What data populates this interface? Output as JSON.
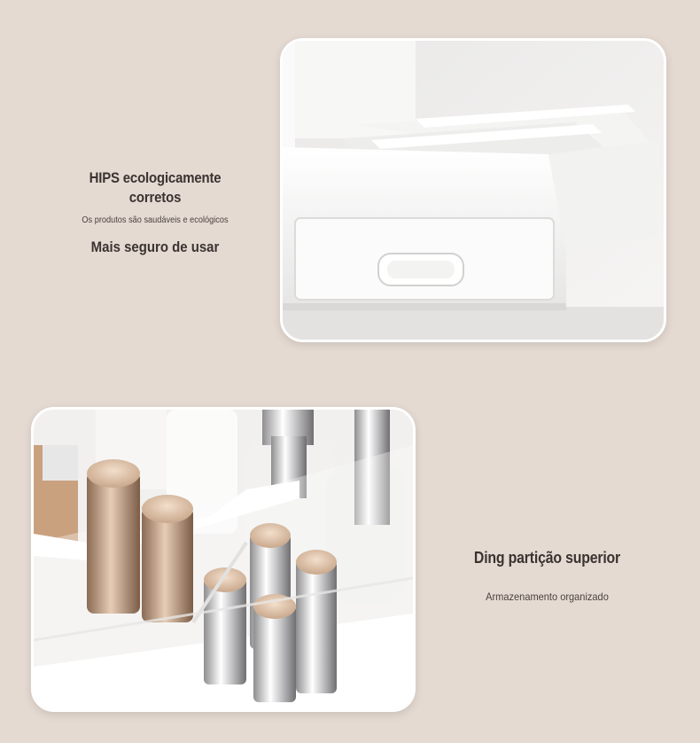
{
  "feature_1": {
    "title_line1": "HIPS ecologicamente",
    "title_line2": "corretos",
    "subtitle": "Os produtos são saudáveis e ecológicos",
    "tagline": "Mais seguro de usar"
  },
  "feature_2": {
    "title": "Ding partição superior",
    "subtitle": "Armazenamento organizado"
  },
  "colors": {
    "background": "#e5dad2",
    "text": "#3a3330",
    "panel_border": "#ffffff"
  }
}
